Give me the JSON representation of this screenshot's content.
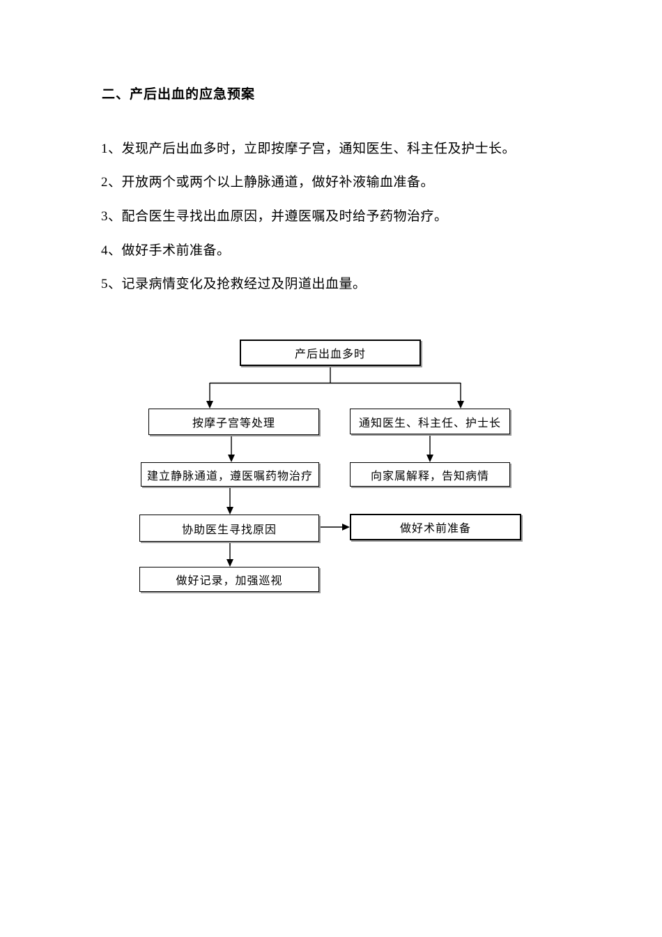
{
  "document": {
    "title": "二、产后出血的应急预案",
    "items": [
      "1、发现产后出血多时，立即按摩子宫，通知医生、科主任及护士长。",
      "2、开放两个或两个以上静脉通道，做好补液输血准备。",
      "3、配合医生寻找出血原因，并遵医嘱及时给予药物治疗。",
      "4、做好手术前准备。",
      "5、记录病情变化及抢救经过及阴道出血量。"
    ]
  },
  "flowchart": {
    "nodes": {
      "start": "产后出血多时",
      "massage": "按摩子宫等处理",
      "notify": "通知医生、科主任、护士长",
      "iv_channel": "建立静脉通道，遵医嘱药物治疗",
      "explain_family": "向家属解释，告知病情",
      "find_cause": "协助医生寻找原因",
      "preop": "做好术前准备",
      "record": "做好记录，加强巡视"
    }
  },
  "colors": {
    "text": "#000000",
    "background": "#ffffff",
    "box_border": "#000000",
    "box_shadow": "#9b9b9b"
  }
}
